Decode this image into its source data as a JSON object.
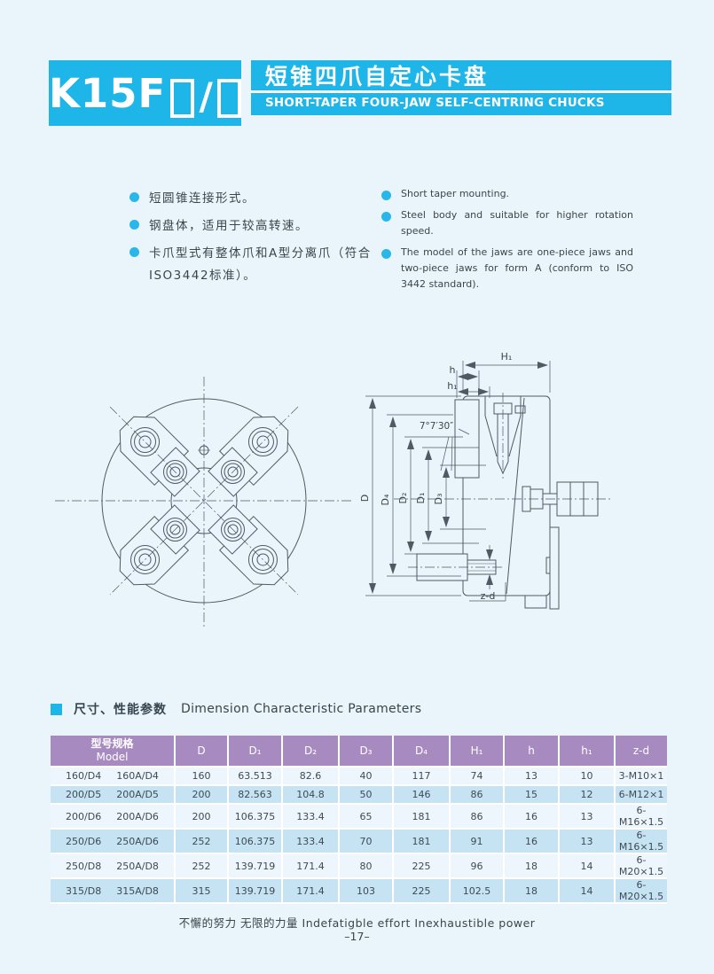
{
  "colors": {
    "accent_cyan": "#1eb6e9",
    "table_header_purple": "#a78bc0",
    "row_light": "#eef6fd",
    "row_blue": "#c6e3f4",
    "page_bg": "#e9f4fb"
  },
  "header": {
    "model_code": "K15F",
    "model_separator": "/",
    "title_zh": "短锥四爪自定心卡盘",
    "title_en": "SHORT-TAPER FOUR-JAW SELF-CENTRING CHUCKS"
  },
  "features": {
    "zh": [
      "短圆锥连接形式。",
      "钢盘体，适用于较高转速。",
      "卡爪型式有整体爪和A型分离爪（符合ISO3442标准）。"
    ],
    "en": [
      "Short taper mounting.",
      "Steel body and suitable for higher rotation speed.",
      "The model of the jaws are one-piece jaws and two-piece jaws for form A (conform to ISO 3442 standard)."
    ]
  },
  "drawing": {
    "labels": {
      "H1": "H₁",
      "h": "h",
      "h1": "h₁",
      "angle": "7°7′30″",
      "D": "D",
      "D4": "D₄",
      "D2": "D₂",
      "D1": "D₁",
      "D3": "D₃",
      "zd": "z-d"
    }
  },
  "table": {
    "section_title_zh": "尺寸、性能参数",
    "section_title_en": "Dimension  Characteristic Parameters",
    "model_header_zh": "型号规格",
    "model_header_en": "Model",
    "columns": [
      "D",
      "D₁",
      "D₂",
      "D₃",
      "D₄",
      "H₁",
      "h",
      "h₁",
      "z-d"
    ],
    "rows": [
      {
        "model_a": "160/D4",
        "model_b": "160A/D4",
        "values": [
          "160",
          "63.513",
          "82.6",
          "40",
          "117",
          "74",
          "13",
          "10",
          "3-M10×1"
        ]
      },
      {
        "model_a": "200/D5",
        "model_b": "200A/D5",
        "values": [
          "200",
          "82.563",
          "104.8",
          "50",
          "146",
          "86",
          "15",
          "12",
          "6-M12×1"
        ]
      },
      {
        "model_a": "200/D6",
        "model_b": "200A/D6",
        "values": [
          "200",
          "106.375",
          "133.4",
          "65",
          "181",
          "86",
          "16",
          "13",
          "6-M16×1.5"
        ]
      },
      {
        "model_a": "250/D6",
        "model_b": "250A/D6",
        "values": [
          "252",
          "106.375",
          "133.4",
          "70",
          "181",
          "91",
          "16",
          "13",
          "6-M16×1.5"
        ]
      },
      {
        "model_a": "250/D8",
        "model_b": "250A/D8",
        "values": [
          "252",
          "139.719",
          "171.4",
          "80",
          "225",
          "96",
          "18",
          "14",
          "6-M20×1.5"
        ]
      },
      {
        "model_a": "315/D8",
        "model_b": "315A/D8",
        "values": [
          "315",
          "139.719",
          "171.4",
          "103",
          "225",
          "102.5",
          "18",
          "14",
          "6-M20×1.5"
        ]
      }
    ]
  },
  "footer": {
    "slogan": "不懈的努力  无限的力量  Indefatigble effort  Inexhaustible power",
    "page_number": "–17–"
  }
}
